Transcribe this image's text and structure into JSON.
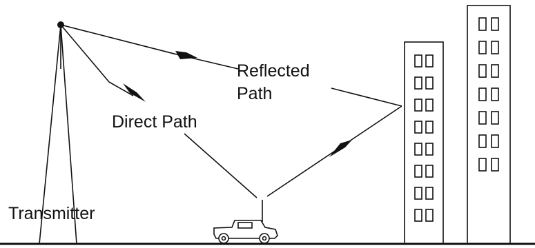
{
  "diagram": {
    "labels": {
      "reflected_line1": "Reflected",
      "reflected_line2": "Path",
      "direct": "Direct Path",
      "transmitter": "Transmitter"
    },
    "colors": {
      "stroke": "#111111",
      "background": "#ffffff"
    },
    "icons": [
      "transmitter-tower-icon",
      "car-icon",
      "building-icon"
    ]
  }
}
